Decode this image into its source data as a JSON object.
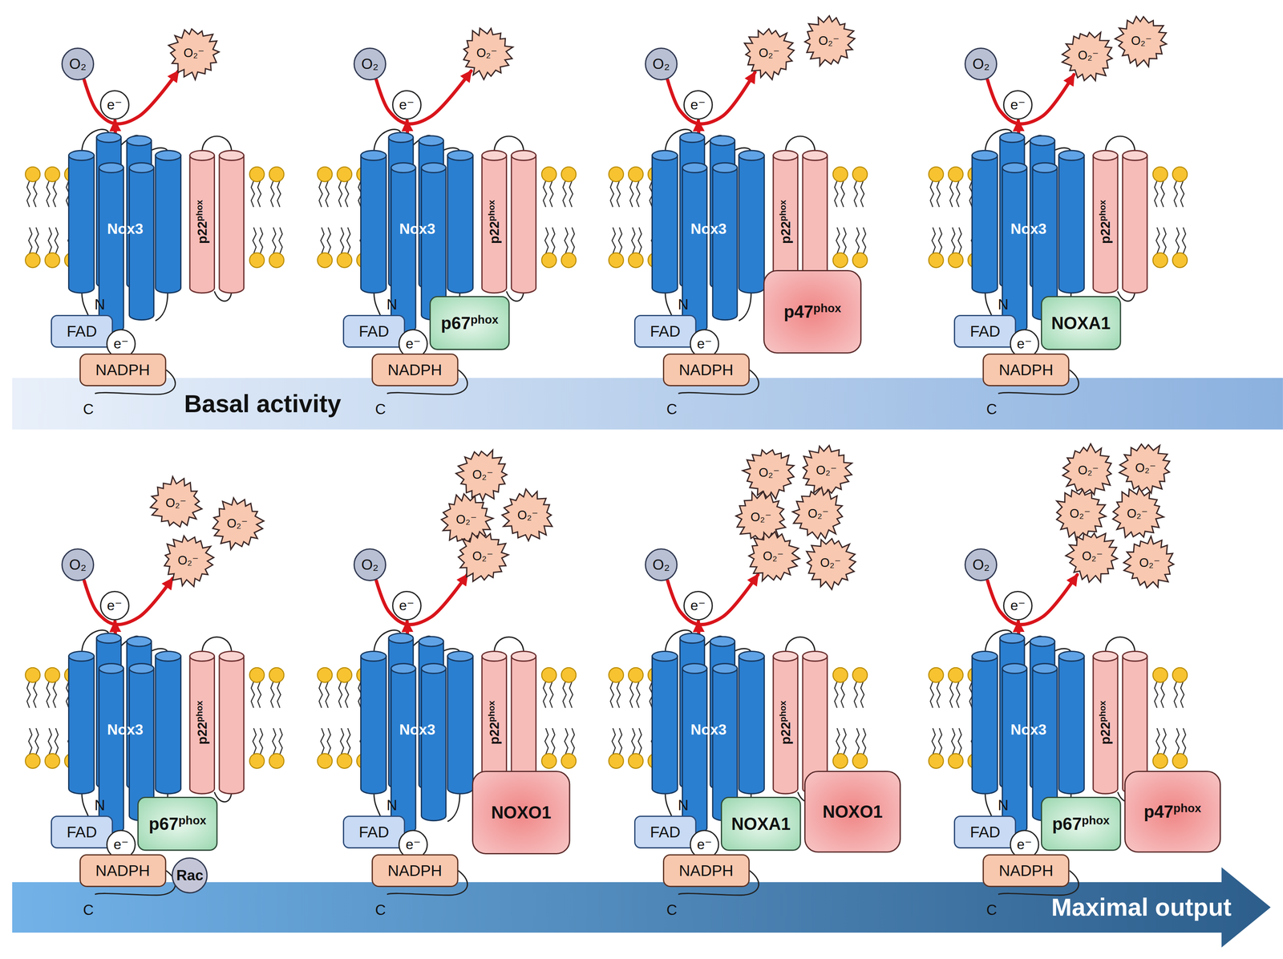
{
  "diagram": {
    "nodes": [
      {
        "text": [
          "O₂"
        ]
      },
      {
        "text": [
          "e⁻"
        ]
      },
      {
        "text": [
          "O₂⁻"
        ]
      },
      {
        "text": [
          "Nox3"
        ]
      },
      {
        "text": [
          "p22phox"
        ]
      },
      {
        "text": [
          "FAD"
        ]
      },
      {
        "text": [
          "e⁻"
        ]
      },
      {
        "text": [
          "NADPH"
        ]
      },
      {
        "text": [
          "O₂"
        ]
      },
      {
        "text": [
          "e⁻"
        ]
      },
      {
        "text": [
          "O₂⁻"
        ]
      },
      {
        "text": [
          "Nox3"
        ]
      },
      {
        "text": [
          "p22phox"
        ]
      },
      {
        "text": [
          "FAD"
        ]
      },
      {
        "text": [
          "e⁻"
        ]
      },
      {
        "text": [
          "p67phox"
        ]
      },
      {
        "text": [
          "NADPH"
        ]
      },
      {
        "text": [
          "O₂"
        ]
      },
      {
        "text": [
          "e⁻"
        ]
      },
      {
        "text": [
          "O₂⁻"
        ]
      },
      {
        "text": [
          "O₂⁻"
        ]
      },
      {
        "text": [
          "Nox3"
        ]
      },
      {
        "text": [
          "p22phox"
        ]
      },
      {
        "text": [
          "FAD"
        ]
      },
      {
        "text": [
          "e⁻"
        ]
      },
      {
        "text": [
          "p47phox"
        ]
      },
      {
        "text": [
          "NADPH"
        ]
      },
      {
        "text": [
          "O₂"
        ]
      },
      {
        "text": [
          "e⁻"
        ]
      },
      {
        "text": [
          "O₂⁻"
        ]
      },
      {
        "text": [
          "O₂⁻"
        ]
      },
      {
        "text": [
          "Nox3"
        ]
      },
      {
        "text": [
          "p22phox"
        ]
      },
      {
        "text": [
          "FAD"
        ]
      },
      {
        "text": [
          "e⁻"
        ]
      },
      {
        "text": [
          "NOXA1"
        ]
      },
      {
        "text": [
          "NADPH"
        ]
      },
      {
        "text": [
          "Basal activity"
        ]
      },
      {
        "text": [
          "O₂"
        ]
      },
      {
        "text": [
          "e⁻"
        ]
      },
      {
        "text": [
          "O₂⁻"
        ]
      },
      {
        "text": [
          "O₂⁻"
        ]
      },
      {
        "text": [
          "O₂⁻"
        ]
      },
      {
        "text": [
          "Nox3"
        ]
      },
      {
        "text": [
          "p22phox"
        ]
      },
      {
        "text": [
          "FAD"
        ]
      },
      {
        "text": [
          "e⁻"
        ]
      },
      {
        "text": [
          "p67phox"
        ]
      },
      {
        "text": [
          "NADPH"
        ]
      },
      {
        "text": [
          "Rac"
        ]
      },
      {
        "text": [
          "O₂"
        ]
      },
      {
        "text": [
          "e⁻"
        ]
      },
      {
        "text": [
          "O₂⁻"
        ]
      },
      {
        "text": [
          "O₂⁻"
        ]
      },
      {
        "text": [
          "O₂⁻"
        ]
      },
      {
        "text": [
          "O₂⁻"
        ]
      },
      {
        "text": [
          "Nox3"
        ]
      },
      {
        "text": [
          "p22phox"
        ]
      },
      {
        "text": [
          "FAD"
        ]
      },
      {
        "text": [
          "e⁻"
        ]
      },
      {
        "text": [
          "NOXO1"
        ]
      },
      {
        "text": [
          "NADPH"
        ]
      },
      {
        "text": [
          "O₂"
        ]
      },
      {
        "text": [
          "e⁻"
        ]
      },
      {
        "text": [
          "O₂⁻"
        ]
      },
      {
        "text": [
          "O₂⁻"
        ]
      },
      {
        "text": [
          "O₂⁻"
        ]
      },
      {
        "text": [
          "O₂⁻"
        ]
      },
      {
        "text": [
          "O₂⁻"
        ]
      },
      {
        "text": [
          "O₂⁻"
        ]
      },
      {
        "text": [
          "Nox3"
        ]
      },
      {
        "text": [
          "p22phox"
        ]
      },
      {
        "text": [
          "FAD"
        ]
      },
      {
        "text": [
          "e⁻"
        ]
      },
      {
        "text": [
          "NOXA1"
        ]
      },
      {
        "text": [
          "NOXO1"
        ]
      },
      {
        "text": [
          "NADPH"
        ]
      },
      {
        "text": [
          "O₂"
        ]
      },
      {
        "text": [
          "e⁻"
        ]
      },
      {
        "text": [
          "O₂⁻"
        ]
      },
      {
        "text": [
          "O₂⁻"
        ]
      },
      {
        "text": [
          "O₂⁻"
        ]
      },
      {
        "text": [
          "O₂⁻"
        ]
      },
      {
        "text": [
          "O₂⁻"
        ]
      },
      {
        "text": [
          "O₂⁻"
        ]
      },
      {
        "text": [
          "Nox3"
        ]
      },
      {
        "text": [
          "p22phox"
        ]
      },
      {
        "text": [
          "FAD"
        ]
      },
      {
        "text": [
          "e⁻"
        ]
      },
      {
        "text": [
          "p67phox"
        ]
      },
      {
        "text": [
          "p47phox"
        ]
      },
      {
        "text": [
          "NADPH"
        ]
      },
      {
        "text": [
          "Maximal output"
        ]
      }
    ],
    "edges": [
      {
        "from": 6,
        "to": 1,
        "arrow": "to"
      },
      {
        "from": 0,
        "to": 2,
        "arrow": "to"
      },
      {
        "from": 14,
        "to": 9,
        "arrow": "to"
      },
      {
        "from": 8,
        "to": 10,
        "arrow": "to"
      },
      {
        "from": 24,
        "to": 18,
        "arrow": "to"
      },
      {
        "from": 17,
        "to": 20,
        "arrow": "to"
      },
      {
        "from": 34,
        "to": 28,
        "arrow": "to"
      },
      {
        "from": 27,
        "to": 30,
        "arrow": "to"
      },
      {
        "from": 46,
        "to": 39,
        "arrow": "to"
      },
      {
        "from": 38,
        "to": 42,
        "arrow": "to"
      },
      {
        "from": 59,
        "to": 51,
        "arrow": "to"
      },
      {
        "from": 50,
        "to": 55,
        "arrow": "to"
      },
      {
        "from": 73,
        "to": 63,
        "arrow": "to"
      },
      {
        "from": 62,
        "to": 68,
        "arrow": "to"
      },
      {
        "from": 88,
        "to": 78,
        "arrow": "to"
      },
      {
        "from": 77,
        "to": 83,
        "arrow": "to"
      }
    ],
    "labels": [
      "N",
      "C",
      "N",
      "C",
      "N",
      "C",
      "N",
      "C",
      "N",
      "C",
      "N",
      "C",
      "N",
      "C",
      "N",
      "C"
    ]
  }
}
